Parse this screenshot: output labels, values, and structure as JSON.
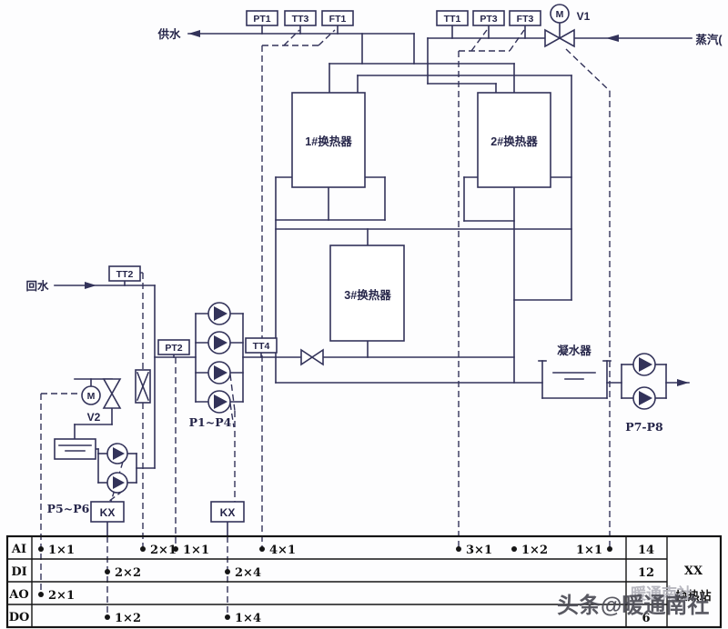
{
  "diagram": {
    "flows": {
      "supply": "供水",
      "return": "回水",
      "steam": "蒸汽("
    },
    "tags": {
      "pt1": "PT1",
      "tt3": "TT3",
      "ft1": "FT1",
      "tt1": "TT1",
      "pt3": "PT3",
      "ft3": "FT3",
      "tt2": "TT2",
      "pt2": "PT2",
      "tt4": "TT4"
    },
    "valves": {
      "v1": "V1",
      "v2": "V2",
      "motor": "M"
    },
    "equipment": {
      "hx1": "1#换热器",
      "hx2": "2#换热器",
      "hx3": "3#换热器",
      "condensate_tank": "凝水器",
      "pump_group_p1_p4": "P1~P4",
      "pump_group_p5_p6": "P5~P6",
      "pump_group_p7_p8": "P7-P8",
      "kx1": "KX",
      "kx2": "KX"
    }
  },
  "io_table": {
    "rows": [
      {
        "label": "AI",
        "entries": [
          "1×1",
          "2×1",
          "1×1",
          "4×1",
          "3×1",
          "1×2",
          "1×1"
        ],
        "total": "14"
      },
      {
        "label": "DI",
        "entries": [
          "2×2",
          "2×4"
        ],
        "total": "12"
      },
      {
        "label": "AO",
        "entries": [
          "2×1"
        ],
        "total": ""
      },
      {
        "label": "DO",
        "entries": [
          "1×2",
          "1×4"
        ],
        "total": "6"
      }
    ],
    "station": {
      "line1": "XX",
      "line2": "换热站"
    }
  },
  "watermark": {
    "text": "头条@暖通南社",
    "shadow": "暖通南社"
  },
  "colors": {
    "line": "#33335a",
    "text": "#26264a",
    "table": "#151515",
    "watermark": "#4c4c55"
  }
}
